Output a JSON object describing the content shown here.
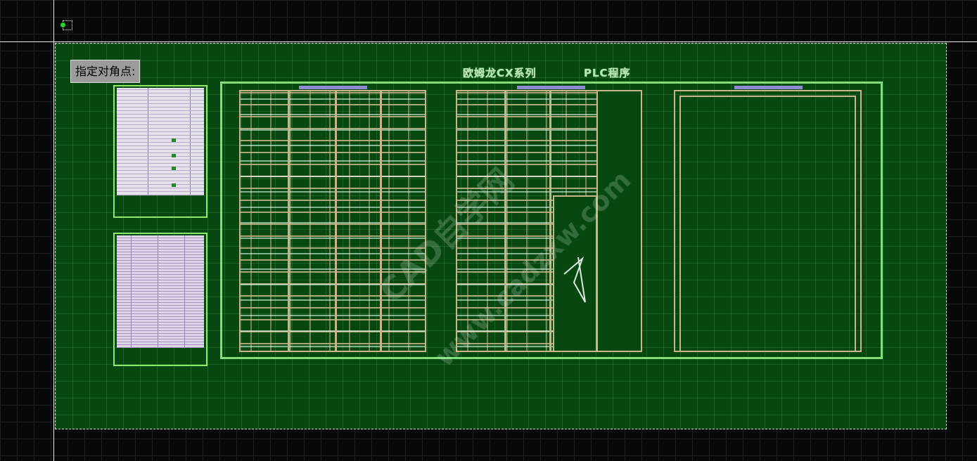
{
  "prompt": {
    "text": "指定对角点:"
  },
  "drawing": {
    "titles": [
      "欧姆龙CX系列",
      "PLC程序"
    ],
    "watermark": [
      "CAD自学网",
      "www.cadzxw.com"
    ]
  },
  "colors": {
    "background": "#050708",
    "selection_fill": "#06480f",
    "frame_border": "#7fe07b",
    "panel_border": "#c8b68a",
    "bus_bar": "#8e8ad0"
  },
  "icons": {
    "cursor": "crosshair-pickbox-icon"
  }
}
